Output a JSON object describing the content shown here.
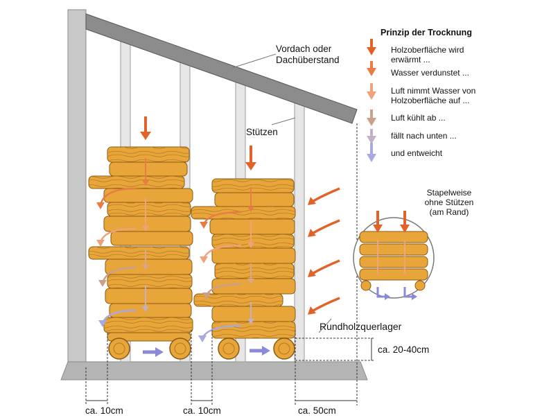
{
  "labels": {
    "roof": "Vordach oder Dachüberstand",
    "supports": "Stützen",
    "crossbearing": "Rundholzquerlager",
    "stack_note": "Stapelweise ohne Stützen (am Rand)",
    "height": "ca. 20-40cm",
    "gap1": "ca. 10cm",
    "gap2": "ca. 10cm",
    "gap3": "ca. 50cm"
  },
  "legend": {
    "title": "Prinzip der Trocknung",
    "items": [
      {
        "text": "Holzoberfläche wird erwärmt ...",
        "color": "#e2622a"
      },
      {
        "text": "Wasser verdunstet ...",
        "color": "#e97b44"
      },
      {
        "text": "Luft nimmt Wasser von Holzoberfläche auf ...",
        "color": "#f0a27a"
      },
      {
        "text": "Luft kühlt ab ...",
        "color": "#c9a08a"
      },
      {
        "text": "fällt nach unten ...",
        "color": "#c4b0c4"
      },
      {
        "text": "und entweicht",
        "color": "#a9a9e0"
      }
    ]
  },
  "colors": {
    "wood": "#e8a53a",
    "wood_dark": "#b07a1e",
    "wood_light": "#f4c56a",
    "structure": "#c8c8c8",
    "structure_dark": "#9a9a9a",
    "ground": "#b4b4b4",
    "arrow_hot": "#e2622a",
    "arrow_cool": "#a9a9e0"
  }
}
